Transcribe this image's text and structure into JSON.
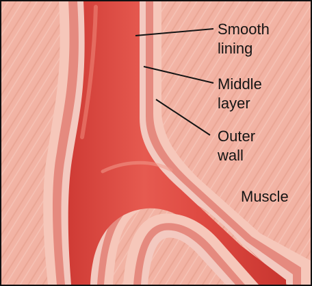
{
  "diagram": {
    "labels": {
      "smooth_lining": [
        "Smooth",
        "lining"
      ],
      "middle_layer": [
        "Middle",
        "layer"
      ],
      "outer_wall": [
        "Outer",
        "wall"
      ],
      "muscle": "Muscle"
    },
    "colors": {
      "frame": "#111111",
      "muscle_background": "#f2b3a4",
      "muscle_streak": "#e39a89",
      "outer_wall": "#f6c7ba",
      "middle_layer": "#e58a7f",
      "smooth_lining": "#f3c9c0",
      "lumen": "#df4a42",
      "lumen_highlight": "#ee7a6c"
    }
  }
}
